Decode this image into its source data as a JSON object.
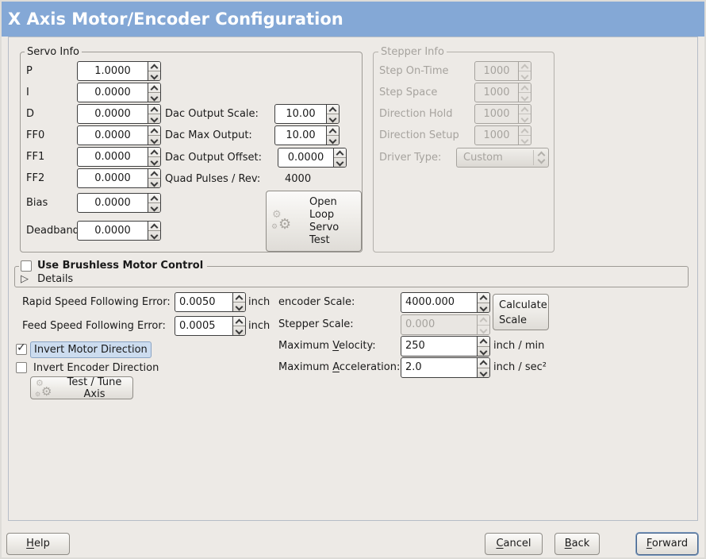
{
  "icons": {
    "gear": "⚙",
    "check": "✓",
    "expander_collapsed": "▷"
  },
  "colors": {
    "titlebar": "#84a8d6",
    "background": "#edeae6",
    "focus_highlight": "#ccdcef",
    "focus_border": "#8aa4c4"
  },
  "titlebar": {
    "title": "X Axis Motor/Encoder Configuration"
  },
  "servo_info": {
    "title": "Servo Info",
    "params": [
      {
        "label": "P",
        "value": "1.0000"
      },
      {
        "label": "I",
        "value": "0.0000"
      },
      {
        "label": "D",
        "value": "0.0000"
      },
      {
        "label": "FF0",
        "value": "0.0000"
      },
      {
        "label": "FF1",
        "value": "0.0000"
      },
      {
        "label": "FF2",
        "value": "0.0000"
      },
      {
        "label": "Bias",
        "value": "0.0000"
      },
      {
        "label": "Deadband",
        "value": "0.0000"
      }
    ],
    "dac_output_scale": {
      "label": "Dac Output Scale:",
      "value": "10.00"
    },
    "dac_max_output": {
      "label": "Dac Max Output:",
      "value": "10.00"
    },
    "dac_output_offset": {
      "label": "Dac Output Offset:",
      "value": "0.0000"
    },
    "quad_pulses": {
      "label": "Quad Pulses / Rev:",
      "value": "4000"
    },
    "open_loop_test_button": {
      "lines": [
        "Open",
        "Loop",
        "Servo",
        "Test"
      ]
    }
  },
  "stepper_info": {
    "title": "Stepper Info",
    "params": [
      {
        "label": "Step On-Time",
        "value": "1000"
      },
      {
        "label": "Step Space",
        "value": "1000"
      },
      {
        "label": "Direction Hold",
        "value": "1000"
      },
      {
        "label": "Direction Setup",
        "value": "1000"
      }
    ],
    "driver_type": {
      "label": "Driver Type:",
      "value": "Custom"
    }
  },
  "brushless": {
    "label": "Use Brushless Motor Control",
    "checked": false,
    "details_label": "Details"
  },
  "following_error": {
    "rapid": {
      "label": "Rapid Speed Following Error:",
      "value": "0.0050",
      "unit": "inch"
    },
    "feed": {
      "label": "Feed Speed Following Error:",
      "value": "0.0005",
      "unit": "inch"
    }
  },
  "direction": {
    "invert_motor": {
      "label": "Invert Motor Direction",
      "checked": true
    },
    "invert_encoder": {
      "label": "Invert Encoder Direction",
      "checked": false
    }
  },
  "test_tune_button": {
    "label": "Test / Tune Axis"
  },
  "scaling": {
    "encoder_scale": {
      "label": "encoder Scale:",
      "value": "4000.000"
    },
    "stepper_scale": {
      "label": "Stepper Scale:",
      "value": "0.000"
    },
    "calculate_button": {
      "lines": [
        "Calculate",
        "Scale"
      ]
    },
    "max_velocity": {
      "label": {
        "text": "Maximum Velocity:",
        "m": 8
      },
      "value": "250",
      "unit": "inch / min"
    },
    "max_acceleration": {
      "label": {
        "text": "Maximum Acceleration:",
        "m": 8
      },
      "value": "2.0",
      "unit": "inch / sec²"
    }
  },
  "footer": {
    "help": {
      "text": "Help",
      "m": 0
    },
    "cancel": {
      "text": "Cancel",
      "m": 0
    },
    "back": {
      "text": "Back",
      "m": 0
    },
    "forward": {
      "text": "Forward",
      "m": 0
    }
  }
}
